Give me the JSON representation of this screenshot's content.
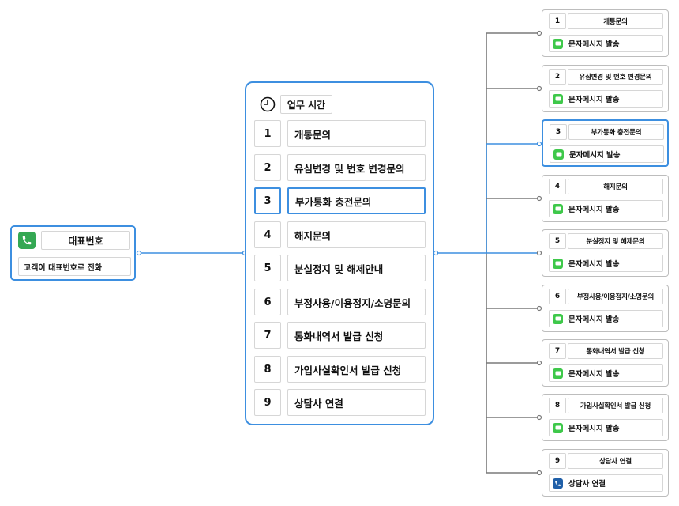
{
  "entry": {
    "icon": "phone-icon",
    "title": "대표번호",
    "description": "고객이 대표번호로 전화"
  },
  "menu": {
    "icon": "clock-icon",
    "title": "업무 시간",
    "items": [
      {
        "num": "1",
        "label": "개통문의"
      },
      {
        "num": "2",
        "label": "유심변경 및 번호 변경문의"
      },
      {
        "num": "3",
        "label": "부가통화 충전문의"
      },
      {
        "num": "4",
        "label": "해지문의"
      },
      {
        "num": "5",
        "label": "분실정지 및 해제안내"
      },
      {
        "num": "6",
        "label": "부정사용/이용정지/소명문의"
      },
      {
        "num": "7",
        "label": "통화내역서 발급 신청"
      },
      {
        "num": "8",
        "label": "가입사실확인서 발급 신청"
      },
      {
        "num": "9",
        "label": "상담사 연결"
      }
    ]
  },
  "cards": [
    {
      "num": "1",
      "title": "개통문의",
      "action": "문자메시지 발송",
      "icon": "message-icon"
    },
    {
      "num": "2",
      "title": "유심변경 및 번호 변경문의",
      "action": "문자메시지 발송",
      "icon": "message-icon"
    },
    {
      "num": "3",
      "title": "부가통화 충전문의",
      "action": "문자메시지 발송",
      "icon": "message-icon"
    },
    {
      "num": "4",
      "title": "해지문의",
      "action": "문자메시지 발송",
      "icon": "message-icon"
    },
    {
      "num": "5",
      "title": "분실정지 및 해제문의",
      "action": "문자메시지 발송",
      "icon": "message-icon"
    },
    {
      "num": "6",
      "title": "부정사용/이용정지/소명문의",
      "action": "문자메시지 발송",
      "icon": "message-icon"
    },
    {
      "num": "7",
      "title": "통화내역서 발급 신청",
      "action": "문자메시지 발송",
      "icon": "message-icon"
    },
    {
      "num": "8",
      "title": "가입사실확인서 발급 신청",
      "action": "문자메시지 발송",
      "icon": "message-icon"
    },
    {
      "num": "9",
      "title": "상담사 연결",
      "action": "상담사 연결",
      "icon": "phone-icon"
    }
  ],
  "colors": {
    "accent": "#3d8fe0",
    "connector": "#7a7a7a",
    "message": "#3ec84a",
    "phone_entry": "#34a853",
    "phone_agent": "#1f5fa8"
  }
}
